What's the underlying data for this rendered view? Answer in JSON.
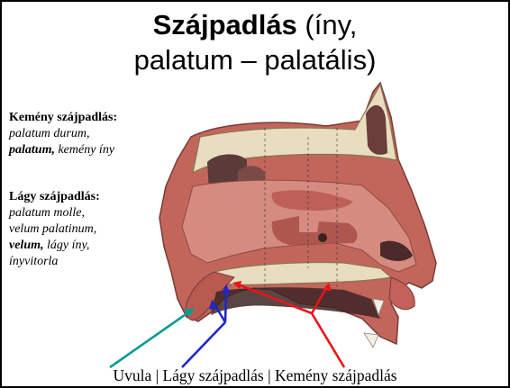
{
  "title": {
    "bold": "Szájpadlás",
    "rest_line1": " (íny,",
    "line2": "palatum – palatális)"
  },
  "hard_palate": {
    "heading": "Kemény szájpadlás:",
    "line1": "palatum durum,",
    "term_bold": "palatum,",
    "term_rest": " kemény íny"
  },
  "soft_palate": {
    "heading": "Lágy szájpadlás:",
    "line1": "palatum molle,",
    "line2": "velum palatinum,",
    "term_bold": "velum,",
    "term_rest": " lágy íny,",
    "line4": "ínyvitorla"
  },
  "caption": "Uvula | Lágy szájpadlás | Kemény szájpadlás",
  "colors": {
    "uvula_arrow": "#0b9b93",
    "soft_arrow": "#1f27c8",
    "hard_arrow": "#e8141b",
    "tissue": "#c2665c",
    "bone": "#e9ddbf",
    "mucosa": "#d58b80",
    "dark_cavity": "#5b3a3a"
  }
}
